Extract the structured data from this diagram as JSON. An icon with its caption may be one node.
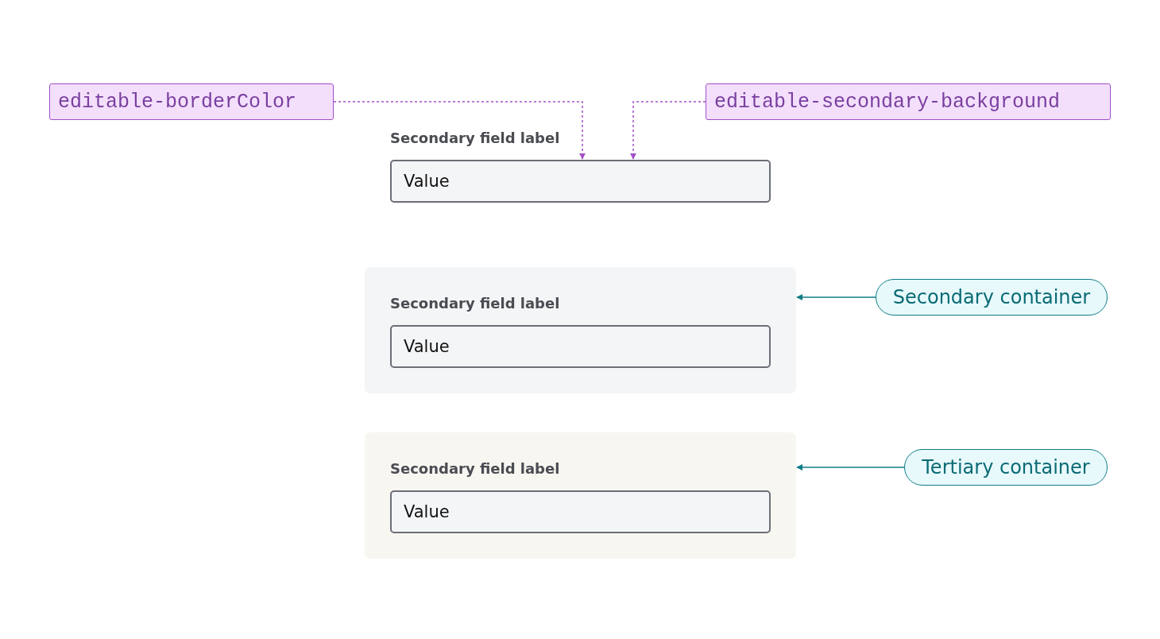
{
  "diagram": {
    "nodes": [
      {
        "text": [
          "editable-borderColor"
        ]
      },
      {
        "text": [
          "editable-secondary-background"
        ]
      },
      {
        "text": [
          "Value"
        ],
        "beside": [
          "Secondary field label"
        ]
      },
      {
        "text": [],
        "shape": "box"
      },
      {
        "text": [
          "Value"
        ],
        "beside": [
          "Secondary field label"
        ],
        "in": 3
      },
      {
        "text": [],
        "shape": "box"
      },
      {
        "text": [
          "Value"
        ],
        "beside": [
          "Secondary field label"
        ],
        "in": 5
      },
      {
        "text": [
          "Secondary container"
        ]
      },
      {
        "text": [
          "Tertiary container"
        ]
      }
    ],
    "edges": [
      {
        "from": 0,
        "to": 2,
        "arrow": "to",
        "style": "dashed",
        "color": "#a24fc9"
      },
      {
        "from": 1,
        "to": 2,
        "arrow": "to",
        "style": "dashed",
        "color": "#a24fc9"
      },
      {
        "from": 7,
        "to": 3,
        "arrow": "to",
        "color": "#0f7c86"
      },
      {
        "from": 8,
        "to": 5,
        "arrow": "to",
        "color": "#0f7c86"
      }
    ]
  }
}
